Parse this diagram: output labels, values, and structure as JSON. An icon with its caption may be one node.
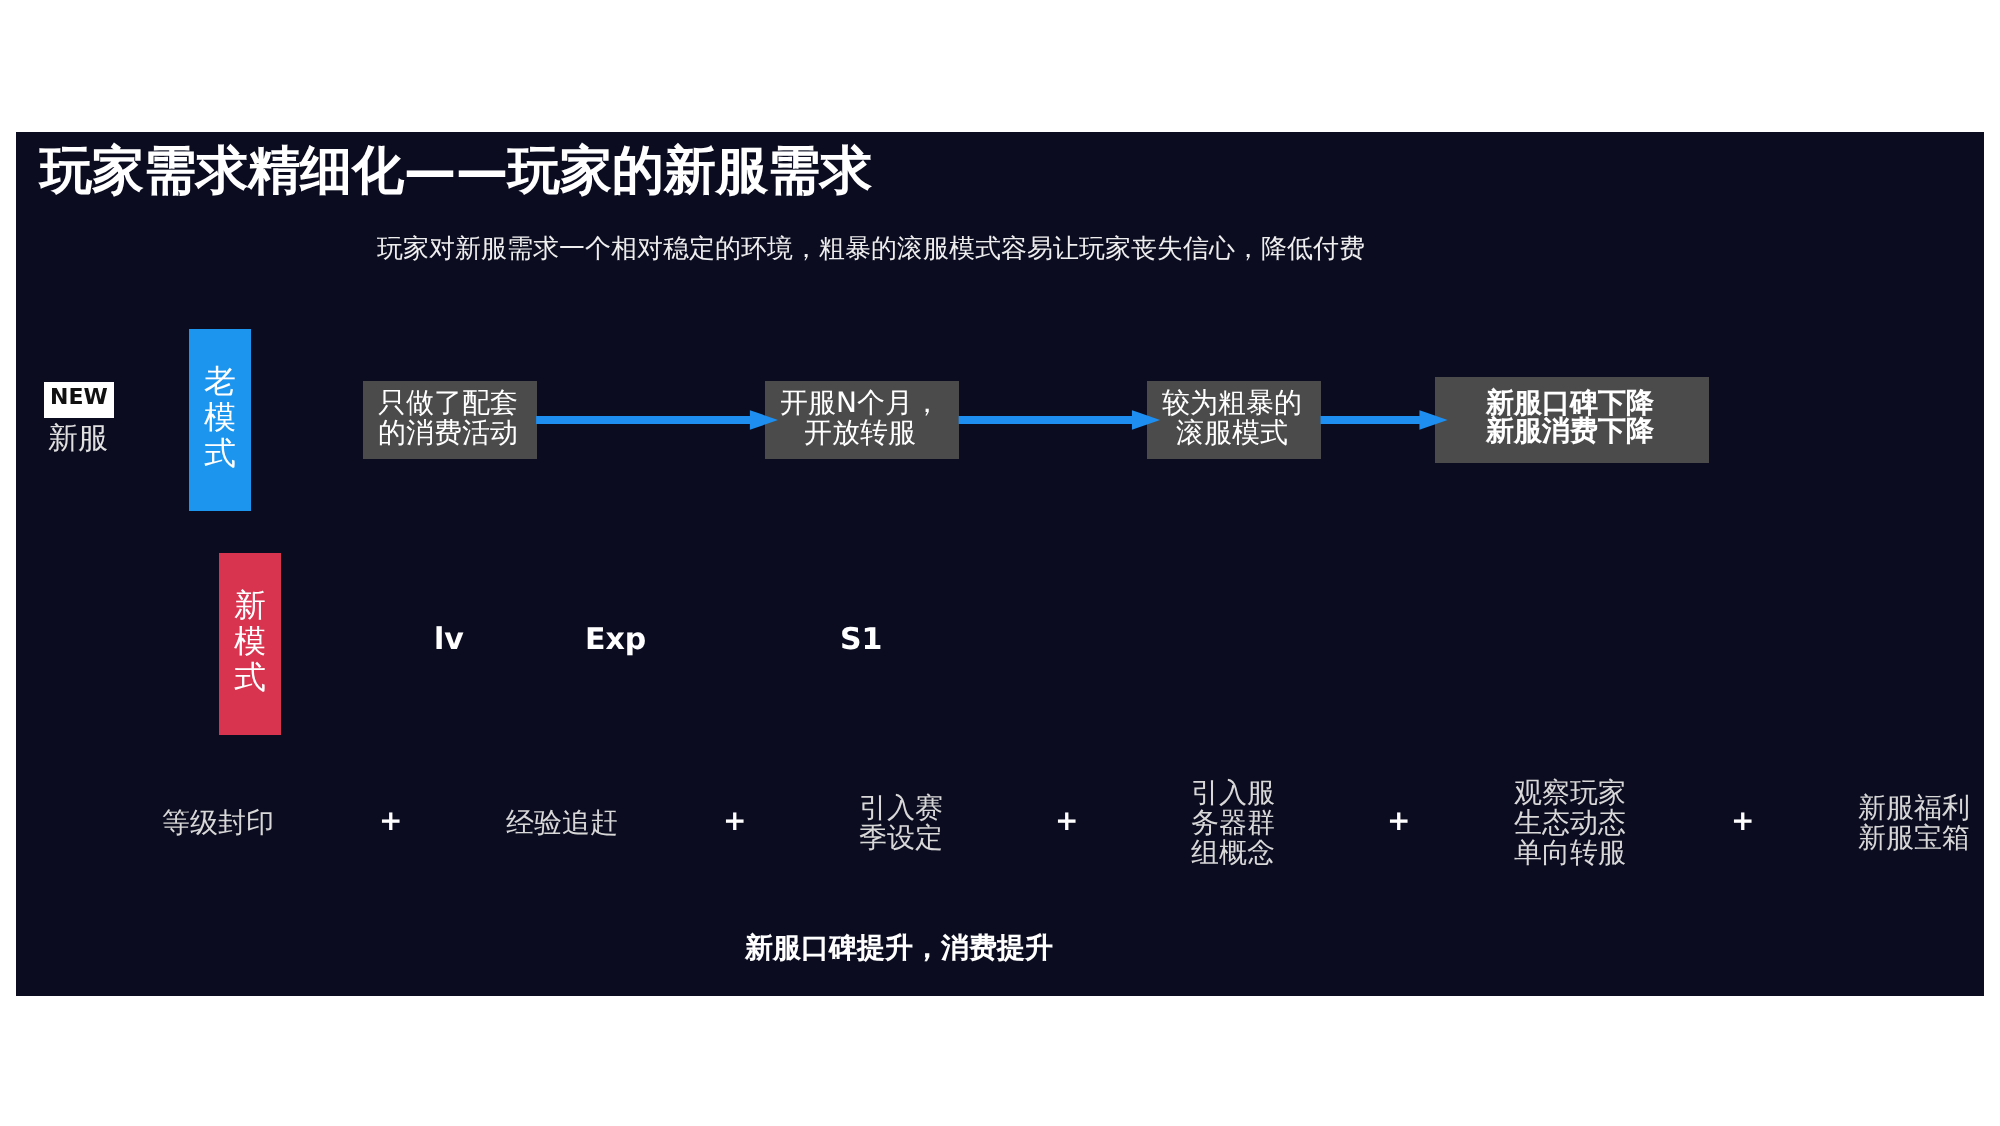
{
  "diagram": {
    "title": "玩家需求精细化——玩家的新服需求",
    "nodes": [
      {
        "text": [
          "NEW",
          "新服"
        ]
      },
      {
        "text": [
          "老模式"
        ]
      },
      {
        "text": [
          "新模式"
        ]
      },
      {
        "text": [
          "只做了配套的消费活动"
        ]
      },
      {
        "text": [
          "开服N个月，开放转服"
        ]
      },
      {
        "text": [
          "较为粗暴的滚服模式"
        ]
      },
      {
        "text": [
          "新服口碑下降",
          "新服消费下降"
        ]
      }
    ],
    "edges": [
      {
        "from": 3,
        "to": 4,
        "arrow": "to"
      },
      {
        "from": 4,
        "to": 5,
        "arrow": "to"
      },
      {
        "from": 5,
        "to": 6,
        "arrow": "to"
      }
    ],
    "labels": [
      "玩家对新服需求一个相对稳定的环境，粗暴的滚服模式容易让玩家丧失信心，降低付费",
      "lv",
      "等级封印",
      "+",
      "Exp",
      "经验追赶",
      "+",
      "S1",
      "引入赛季设定",
      "+",
      "引入服务器群组概念",
      "+",
      "观察玩家生态动态单向转服",
      "+",
      "新服福利新服宝箱",
      "新服口碑提升，消费提升"
    ]
  }
}
